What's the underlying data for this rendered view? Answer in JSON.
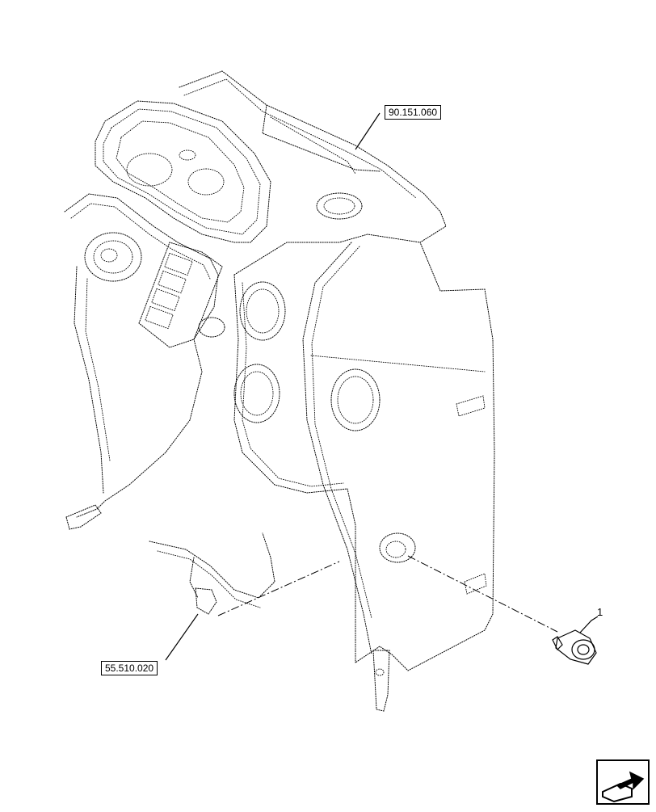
{
  "callouts": [
    {
      "id": "ref-a",
      "label": "90.151.060"
    },
    {
      "id": "ref-b",
      "label": "55.510.020"
    }
  ],
  "items": [
    {
      "id": "item-1",
      "label": "1"
    }
  ],
  "icons": {
    "corner": "next-page-arrow-icon"
  },
  "colors": {
    "line": "#000000",
    "background": "#ffffff"
  }
}
